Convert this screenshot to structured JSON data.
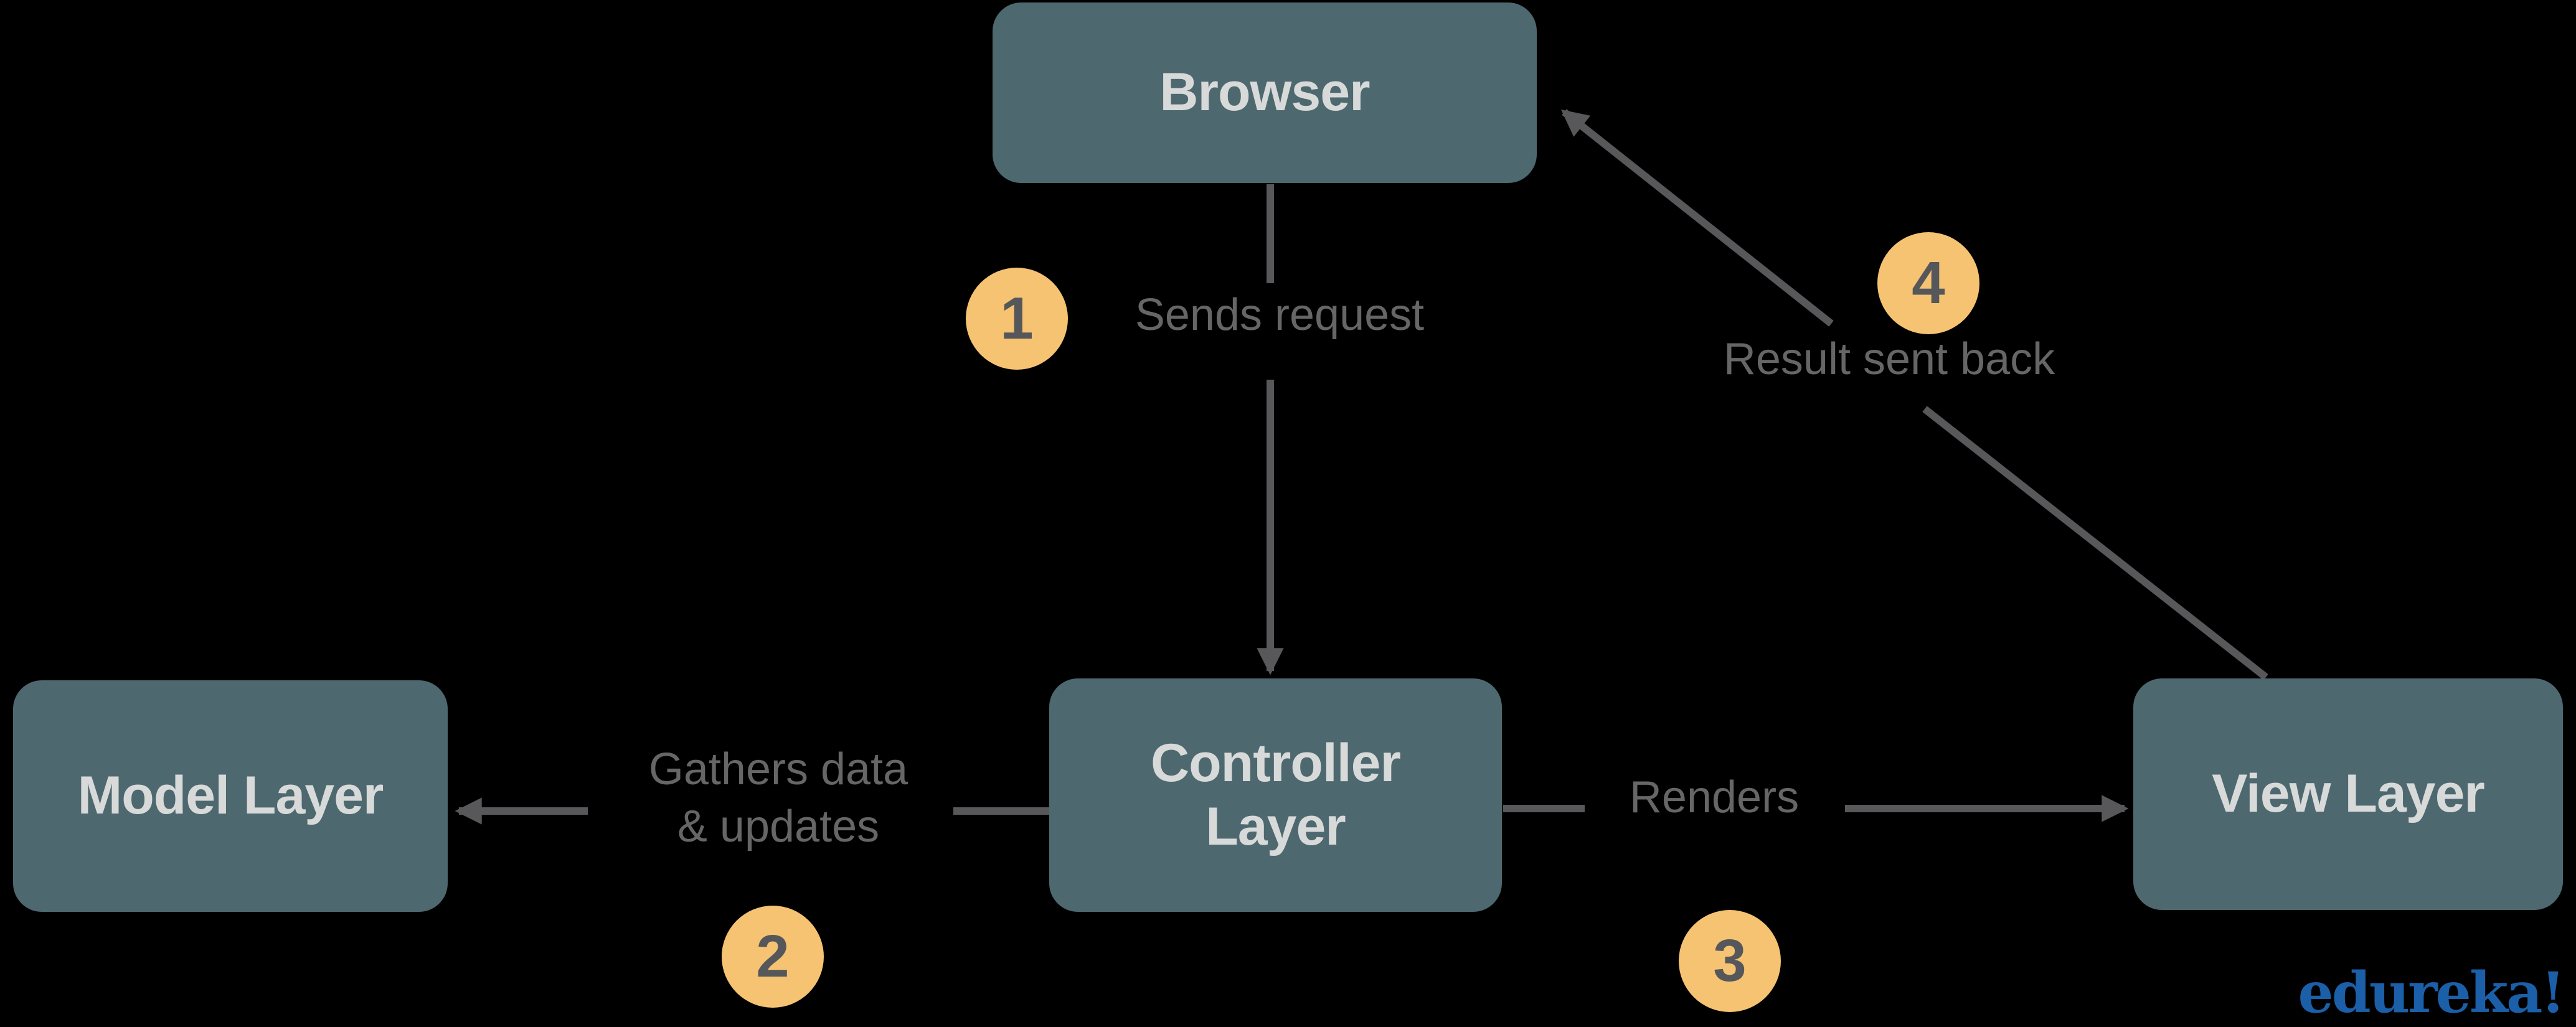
{
  "nodes": {
    "browser": {
      "label": "Browser"
    },
    "model": {
      "label": "Model Layer"
    },
    "controller": {
      "label": "Controller Layer"
    },
    "view": {
      "label": "View Layer"
    }
  },
  "steps": [
    {
      "number": "1",
      "label": "Sends request"
    },
    {
      "number": "2",
      "label_line1": "Gathers data",
      "label_line2": "& updates"
    },
    {
      "number": "3",
      "label": "Renders"
    },
    {
      "number": "4",
      "label": "Result sent back"
    }
  ],
  "arrows": [
    {
      "from": "browser",
      "to": "controller",
      "step": "1"
    },
    {
      "from": "controller",
      "to": "model",
      "step": "2"
    },
    {
      "from": "controller",
      "to": "view",
      "step": "3"
    },
    {
      "from": "view",
      "to": "browser",
      "step": "4"
    }
  ],
  "logo": {
    "text": "edureka!"
  },
  "colors": {
    "background": "#000000",
    "node_fill": "#4e686f",
    "node_text": "#d8dada",
    "arrow": "#58585a",
    "label_text": "#666666",
    "step_fill": "#f5c372",
    "step_text": "#55575a",
    "logo_blue": "#1b5fa8"
  }
}
